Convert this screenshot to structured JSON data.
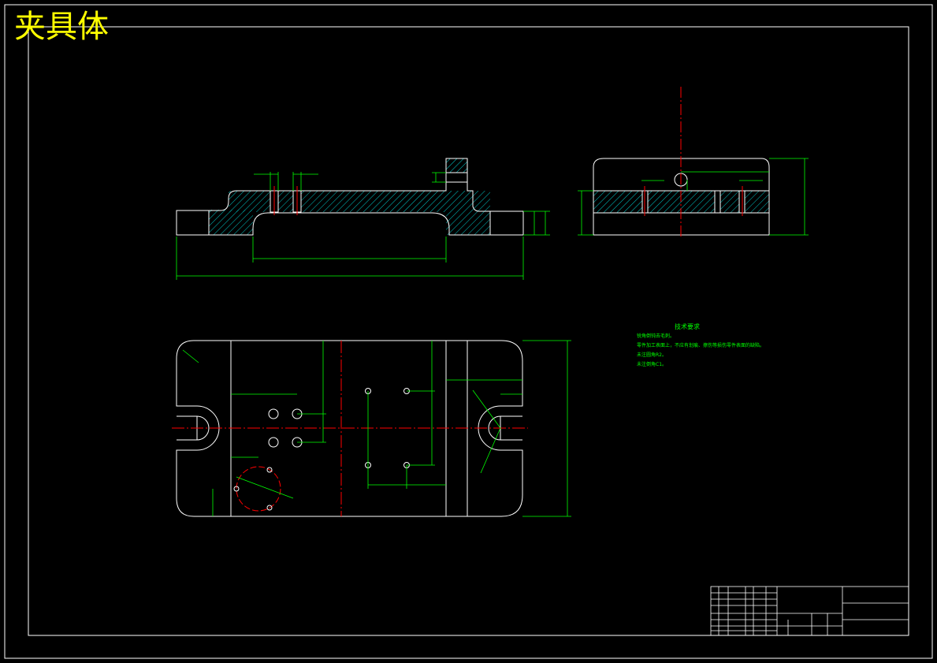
{
  "title": "夹具体",
  "colors": {
    "background": "#000000",
    "outline": "#ffffff",
    "dimension": "#00ff00",
    "centerline": "#ff0000",
    "title": "#ffff00",
    "hatch": "#00ffff"
  },
  "tech_requirements": {
    "heading": "技术要求",
    "items": [
      "锐角倒钝去毛刺。",
      "零件加工表面上，不应有划痕、擦伤等损伤零件表面的缺陷。",
      "未注圆角R2。",
      "未注倒角C1。"
    ]
  }
}
